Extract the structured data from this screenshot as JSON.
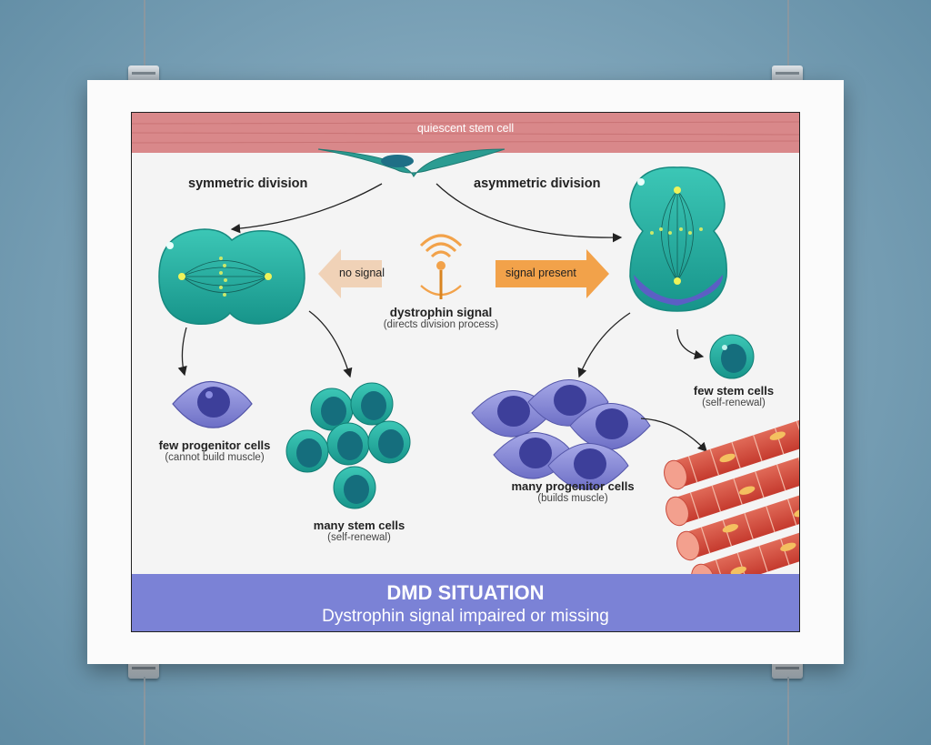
{
  "poster": {
    "top_label": "quiescent stem cell",
    "symmetric_label": "symmetric division",
    "asymmetric_label": "asymmetric division",
    "no_signal": "no signal",
    "signal_present": "signal present",
    "signal_title": "dystrophin signal",
    "signal_sub": "(directs division process)",
    "few_progenitor_title": "few progenitor cells",
    "few_progenitor_sub": "(cannot build muscle)",
    "many_stem_title": "many stem cells",
    "many_stem_sub": "(self-renewal)",
    "many_progenitor_title": "many progenitor cells",
    "many_progenitor_sub": "(builds muscle)",
    "few_stem_title": "few stem cells",
    "few_stem_sub": "(self-renewal)",
    "banner_title": "DMD SITUATION",
    "banner_sub": "Dystrophin signal impaired or missing"
  },
  "colors": {
    "muscle_band": "#d9888a",
    "stem_cell": "#22a99a",
    "progenitor_cell": "#7f7fd0",
    "banner": "#7b82d6",
    "signal": "#f2a24a"
  }
}
